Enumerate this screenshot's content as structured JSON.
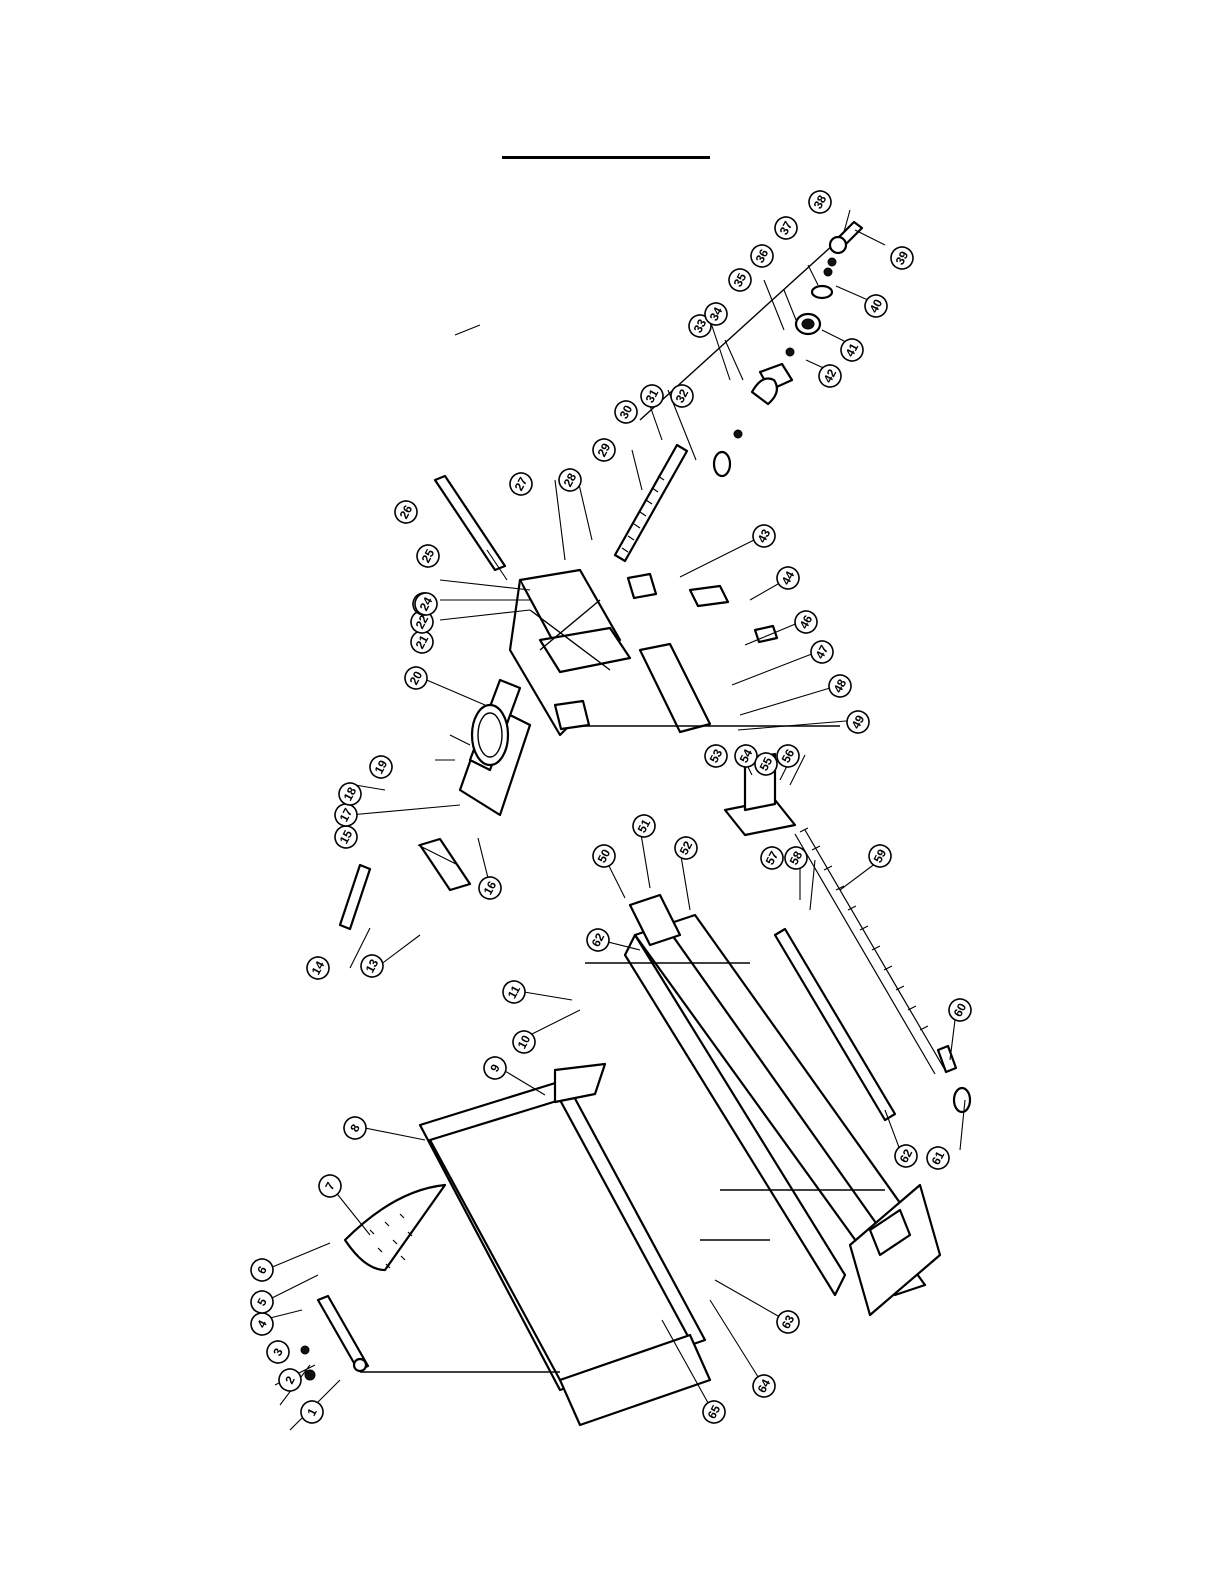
{
  "diagram": {
    "callouts": [
      {
        "label": "1"
      },
      {
        "label": "2"
      },
      {
        "label": "3"
      },
      {
        "label": "4"
      },
      {
        "label": "5"
      },
      {
        "label": "6"
      },
      {
        "label": "7"
      },
      {
        "label": "8"
      },
      {
        "label": "9"
      },
      {
        "label": "10"
      },
      {
        "label": "11"
      },
      {
        "label": "13"
      },
      {
        "label": "14"
      },
      {
        "label": "15"
      },
      {
        "label": "16"
      },
      {
        "label": "17"
      },
      {
        "label": "18"
      },
      {
        "label": "19"
      },
      {
        "label": "20"
      },
      {
        "label": "21"
      },
      {
        "label": "22"
      },
      {
        "label": "23"
      },
      {
        "label": "24"
      },
      {
        "label": "25"
      },
      {
        "label": "26"
      },
      {
        "label": "27"
      },
      {
        "label": "28"
      },
      {
        "label": "29"
      },
      {
        "label": "30"
      },
      {
        "label": "31"
      },
      {
        "label": "32"
      },
      {
        "label": "33"
      },
      {
        "label": "34"
      },
      {
        "label": "35"
      },
      {
        "label": "36"
      },
      {
        "label": "37"
      },
      {
        "label": "38"
      },
      {
        "label": "39"
      },
      {
        "label": "40"
      },
      {
        "label": "41"
      },
      {
        "label": "42"
      },
      {
        "label": "43"
      },
      {
        "label": "44"
      },
      {
        "label": "46"
      },
      {
        "label": "47"
      },
      {
        "label": "48"
      },
      {
        "label": "49"
      },
      {
        "label": "50"
      },
      {
        "label": "51"
      },
      {
        "label": "52"
      },
      {
        "label": "53"
      },
      {
        "label": "54"
      },
      {
        "label": "55"
      },
      {
        "label": "56"
      },
      {
        "label": "57"
      },
      {
        "label": "58"
      },
      {
        "label": "59"
      },
      {
        "label": "60"
      },
      {
        "label": "61"
      },
      {
        "label": "62"
      },
      {
        "label": "62"
      },
      {
        "label": "63"
      },
      {
        "label": "64"
      },
      {
        "label": "65"
      }
    ]
  }
}
